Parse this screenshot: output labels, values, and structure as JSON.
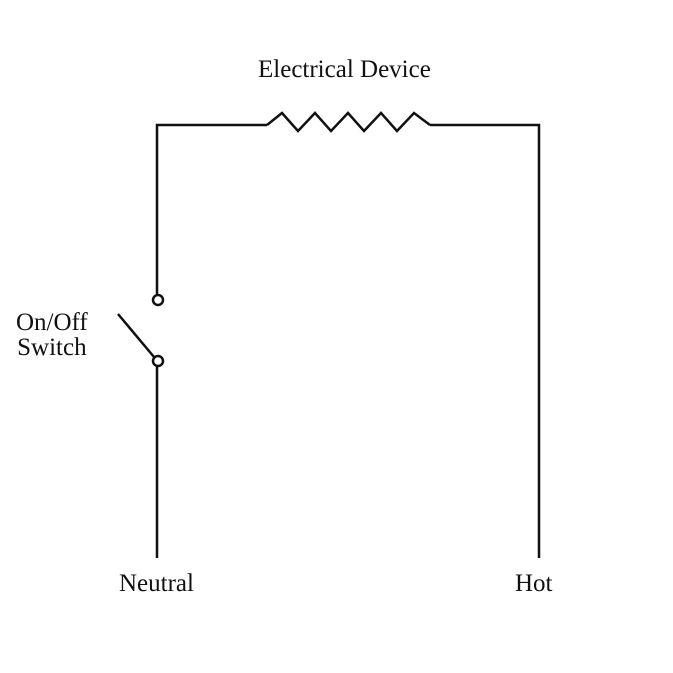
{
  "diagram": {
    "type": "circuit-schematic",
    "labels": {
      "device": "Electrical Device",
      "switch_line1": "On/Off",
      "switch_line2": "Switch",
      "neutral": "Neutral",
      "hot": "Hot"
    },
    "components": [
      {
        "kind": "resistor",
        "represents": "Electrical Device"
      },
      {
        "kind": "switch",
        "state": "open",
        "represents": "On/Off Switch"
      },
      {
        "kind": "terminal",
        "represents": "Neutral"
      },
      {
        "kind": "terminal",
        "represents": "Hot"
      }
    ],
    "colors": {
      "wire": "#111111",
      "background": "#ffffff",
      "text": "#111111"
    }
  }
}
